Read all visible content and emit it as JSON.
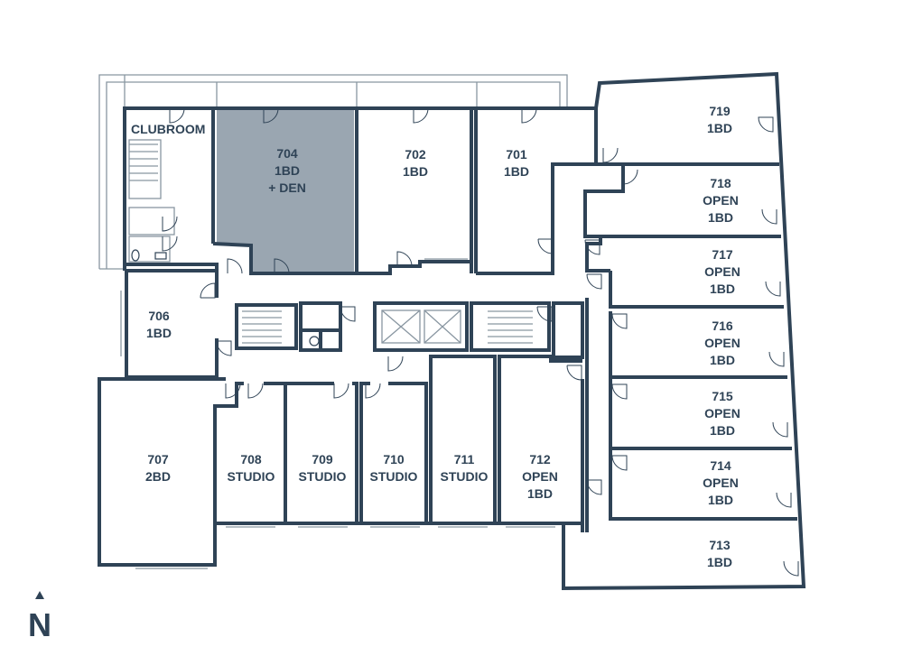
{
  "colors": {
    "wall": "#2f4356",
    "highlight": "#9aa6b1",
    "background": "#ffffff"
  },
  "units": [
    {
      "id": "704",
      "lines": [
        "704",
        "1BD",
        "+ DEN"
      ],
      "highlighted": true
    },
    {
      "id": "702",
      "lines": [
        "702",
        "1BD"
      ]
    },
    {
      "id": "701",
      "lines": [
        "701",
        "1BD"
      ]
    },
    {
      "id": "719",
      "lines": [
        "719",
        "1BD"
      ]
    },
    {
      "id": "718",
      "lines": [
        "718",
        "OPEN",
        "1BD"
      ]
    },
    {
      "id": "717",
      "lines": [
        "717",
        "OPEN",
        "1BD"
      ]
    },
    {
      "id": "716",
      "lines": [
        "716",
        "OPEN",
        "1BD"
      ]
    },
    {
      "id": "715",
      "lines": [
        "715",
        "OPEN",
        "1BD"
      ]
    },
    {
      "id": "714",
      "lines": [
        "714",
        "OPEN",
        "1BD"
      ]
    },
    {
      "id": "713",
      "lines": [
        "713",
        "1BD"
      ]
    },
    {
      "id": "706",
      "lines": [
        "706",
        "1BD"
      ]
    },
    {
      "id": "707",
      "lines": [
        "707",
        "2BD"
      ]
    },
    {
      "id": "708",
      "lines": [
        "708",
        "STUDIO"
      ]
    },
    {
      "id": "709",
      "lines": [
        "709",
        "STUDIO"
      ]
    },
    {
      "id": "710",
      "lines": [
        "710",
        "STUDIO"
      ]
    },
    {
      "id": "711",
      "lines": [
        "711",
        "STUDIO"
      ]
    },
    {
      "id": "712",
      "lines": [
        "712",
        "OPEN",
        "1BD"
      ]
    }
  ],
  "clubroom": {
    "label": "CLUBROOM"
  },
  "compass": {
    "letter": "N",
    "icon": "north-arrow-icon"
  }
}
